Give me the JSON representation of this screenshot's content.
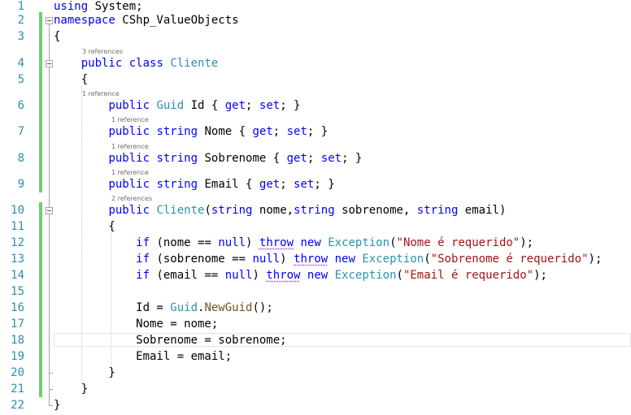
{
  "editor": {
    "lines": [
      {
        "number": "1",
        "tokens": [
          {
            "t": "using",
            "c": "kw"
          },
          {
            "t": " System;",
            "c": ""
          }
        ]
      },
      {
        "number": "2",
        "tokens": [
          {
            "t": "namespace",
            "c": "kw"
          },
          {
            "t": " CShp_ValueObjects",
            "c": ""
          }
        ]
      },
      {
        "number": "3",
        "tokens": [
          {
            "t": "{",
            "c": ""
          }
        ]
      },
      {
        "number": "4",
        "tokens": [
          {
            "t": "    ",
            "c": ""
          },
          {
            "t": "public",
            "c": "kw"
          },
          {
            "t": " ",
            "c": ""
          },
          {
            "t": "class",
            "c": "kw"
          },
          {
            "t": " ",
            "c": ""
          },
          {
            "t": "Cliente",
            "c": "ty"
          }
        ]
      },
      {
        "number": "5",
        "tokens": [
          {
            "t": "    {",
            "c": ""
          }
        ]
      },
      {
        "number": "6",
        "tokens": [
          {
            "t": "        ",
            "c": ""
          },
          {
            "t": "public",
            "c": "kw"
          },
          {
            "t": " ",
            "c": ""
          },
          {
            "t": "Guid",
            "c": "ty"
          },
          {
            "t": " Id { ",
            "c": ""
          },
          {
            "t": "get",
            "c": "kw"
          },
          {
            "t": "; ",
            "c": ""
          },
          {
            "t": "set",
            "c": "kw"
          },
          {
            "t": "; }",
            "c": ""
          }
        ]
      },
      {
        "number": "7",
        "tokens": [
          {
            "t": "        ",
            "c": ""
          },
          {
            "t": "public",
            "c": "kw"
          },
          {
            "t": " ",
            "c": ""
          },
          {
            "t": "string",
            "c": "kw"
          },
          {
            "t": " Nome { ",
            "c": ""
          },
          {
            "t": "get",
            "c": "kw"
          },
          {
            "t": "; ",
            "c": ""
          },
          {
            "t": "set",
            "c": "kw"
          },
          {
            "t": "; }",
            "c": ""
          }
        ]
      },
      {
        "number": "8",
        "tokens": [
          {
            "t": "        ",
            "c": ""
          },
          {
            "t": "public",
            "c": "kw"
          },
          {
            "t": " ",
            "c": ""
          },
          {
            "t": "string",
            "c": "kw"
          },
          {
            "t": " Sobrenome { ",
            "c": ""
          },
          {
            "t": "get",
            "c": "kw"
          },
          {
            "t": "; ",
            "c": ""
          },
          {
            "t": "set",
            "c": "kw"
          },
          {
            "t": "; }",
            "c": ""
          }
        ]
      },
      {
        "number": "9",
        "tokens": [
          {
            "t": "        ",
            "c": ""
          },
          {
            "t": "public",
            "c": "kw"
          },
          {
            "t": " ",
            "c": ""
          },
          {
            "t": "string",
            "c": "kw"
          },
          {
            "t": " Email { ",
            "c": ""
          },
          {
            "t": "get",
            "c": "kw"
          },
          {
            "t": "; ",
            "c": ""
          },
          {
            "t": "set",
            "c": "kw"
          },
          {
            "t": "; }",
            "c": ""
          }
        ]
      },
      {
        "number": "10",
        "tokens": [
          {
            "t": "        ",
            "c": ""
          },
          {
            "t": "public",
            "c": "kw"
          },
          {
            "t": " ",
            "c": ""
          },
          {
            "t": "Cliente",
            "c": "ty"
          },
          {
            "t": "(",
            "c": ""
          },
          {
            "t": "string",
            "c": "kw"
          },
          {
            "t": " nome,",
            "c": ""
          },
          {
            "t": "string",
            "c": "kw"
          },
          {
            "t": " sobrenome, ",
            "c": ""
          },
          {
            "t": "string",
            "c": "kw"
          },
          {
            "t": " email)",
            "c": ""
          }
        ]
      },
      {
        "number": "11",
        "tokens": [
          {
            "t": "        {",
            "c": ""
          }
        ]
      },
      {
        "number": "12",
        "tokens": [
          {
            "t": "            ",
            "c": ""
          },
          {
            "t": "if",
            "c": "kw"
          },
          {
            "t": " (nome == ",
            "c": ""
          },
          {
            "t": "null",
            "c": "kw"
          },
          {
            "t": ") ",
            "c": ""
          },
          {
            "t": "throw",
            "c": "kw sq"
          },
          {
            "t": " ",
            "c": ""
          },
          {
            "t": "new",
            "c": "kw"
          },
          {
            "t": " ",
            "c": ""
          },
          {
            "t": "Exception",
            "c": "ty"
          },
          {
            "t": "(",
            "c": ""
          },
          {
            "t": "\"Nome é requerido\"",
            "c": "str"
          },
          {
            "t": ");",
            "c": ""
          }
        ]
      },
      {
        "number": "13",
        "tokens": [
          {
            "t": "            ",
            "c": ""
          },
          {
            "t": "if",
            "c": "kw"
          },
          {
            "t": " (sobrenome == ",
            "c": ""
          },
          {
            "t": "null",
            "c": "kw"
          },
          {
            "t": ") ",
            "c": ""
          },
          {
            "t": "throw",
            "c": "kw sq"
          },
          {
            "t": " ",
            "c": ""
          },
          {
            "t": "new",
            "c": "kw"
          },
          {
            "t": " ",
            "c": ""
          },
          {
            "t": "Exception",
            "c": "ty"
          },
          {
            "t": "(",
            "c": ""
          },
          {
            "t": "\"Sobrenome é requerido\"",
            "c": "str"
          },
          {
            "t": ");",
            "c": ""
          }
        ]
      },
      {
        "number": "14",
        "tokens": [
          {
            "t": "            ",
            "c": ""
          },
          {
            "t": "if",
            "c": "kw"
          },
          {
            "t": " (email == ",
            "c": ""
          },
          {
            "t": "null",
            "c": "kw"
          },
          {
            "t": ") ",
            "c": ""
          },
          {
            "t": "throw",
            "c": "kw sq"
          },
          {
            "t": " ",
            "c": ""
          },
          {
            "t": "new",
            "c": "kw"
          },
          {
            "t": " ",
            "c": ""
          },
          {
            "t": "Exception",
            "c": "ty"
          },
          {
            "t": "(",
            "c": ""
          },
          {
            "t": "\"Email é requerido\"",
            "c": "str"
          },
          {
            "t": ");",
            "c": ""
          }
        ]
      },
      {
        "number": "15",
        "tokens": []
      },
      {
        "number": "16",
        "tokens": [
          {
            "t": "            Id = ",
            "c": ""
          },
          {
            "t": "Guid",
            "c": "ty"
          },
          {
            "t": ".",
            "c": ""
          },
          {
            "t": "NewGuid",
            "c": "mt"
          },
          {
            "t": "();",
            "c": ""
          }
        ]
      },
      {
        "number": "17",
        "tokens": [
          {
            "t": "            Nome = nome;",
            "c": ""
          }
        ]
      },
      {
        "number": "18",
        "tokens": [
          {
            "t": "            Sobrenome = sobrenome;",
            "c": ""
          }
        ]
      },
      {
        "number": "19",
        "tokens": [
          {
            "t": "            Email = email;",
            "c": ""
          }
        ]
      },
      {
        "number": "20",
        "tokens": [
          {
            "t": "        }",
            "c": ""
          }
        ]
      },
      {
        "number": "21",
        "tokens": [
          {
            "t": "    }",
            "c": ""
          }
        ]
      },
      {
        "number": "22",
        "tokens": [
          {
            "t": "}",
            "c": ""
          }
        ]
      }
    ],
    "codelens": [
      {
        "line": 4,
        "text": "3 references"
      },
      {
        "line": 6,
        "text": "1 reference"
      },
      {
        "line": 7,
        "text": "1 reference"
      },
      {
        "line": 8,
        "text": "1 reference"
      },
      {
        "line": 9,
        "text": "1 reference"
      },
      {
        "line": 10,
        "text": "2 references"
      }
    ],
    "current_line": 18,
    "colors": {
      "keyword": "#0000ff",
      "type": "#2b91af",
      "string": "#a31515",
      "method": "#74531f",
      "line_number": "#2b91af",
      "change_bar": "#6ece6e"
    }
  }
}
